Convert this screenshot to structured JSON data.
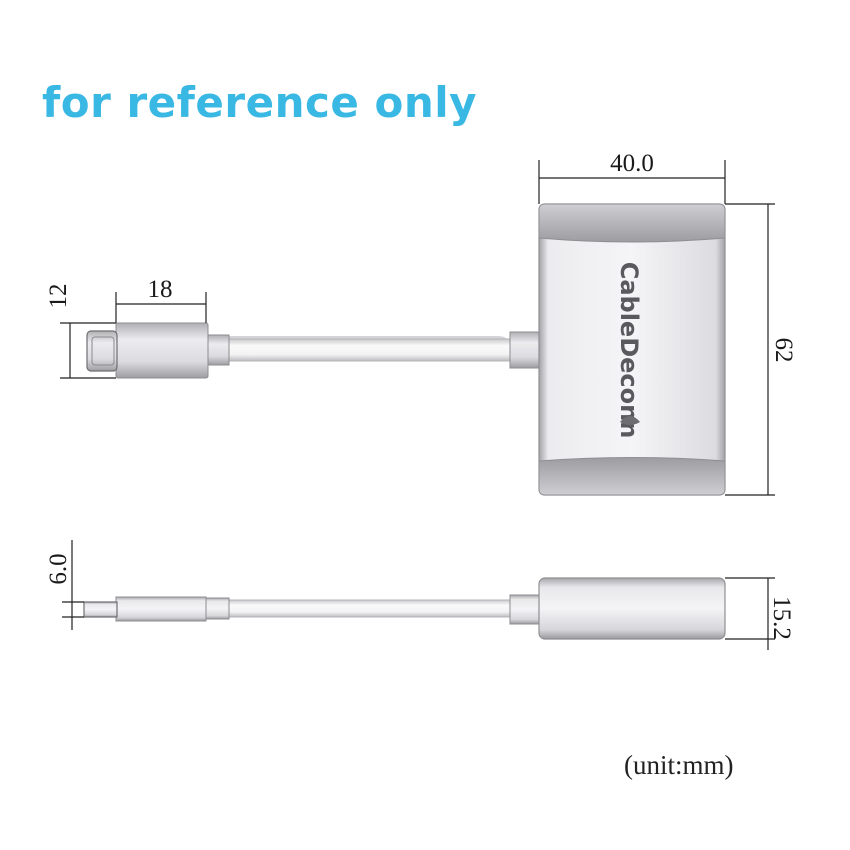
{
  "heading": "for reference only",
  "dimensions": {
    "width": "40.0",
    "height": "62",
    "plug_length": "18",
    "plug_width": "12",
    "plug_thickness": "6.0",
    "body_thickness": "15.2"
  },
  "brand": "CableDeconn",
  "unit_note": "(unit:mm)",
  "colors": {
    "heading": "#3ab8e4",
    "metal_light": "#e9e9ec",
    "metal_dark": "#a6a6aa",
    "cable": "#f7f7f7"
  }
}
